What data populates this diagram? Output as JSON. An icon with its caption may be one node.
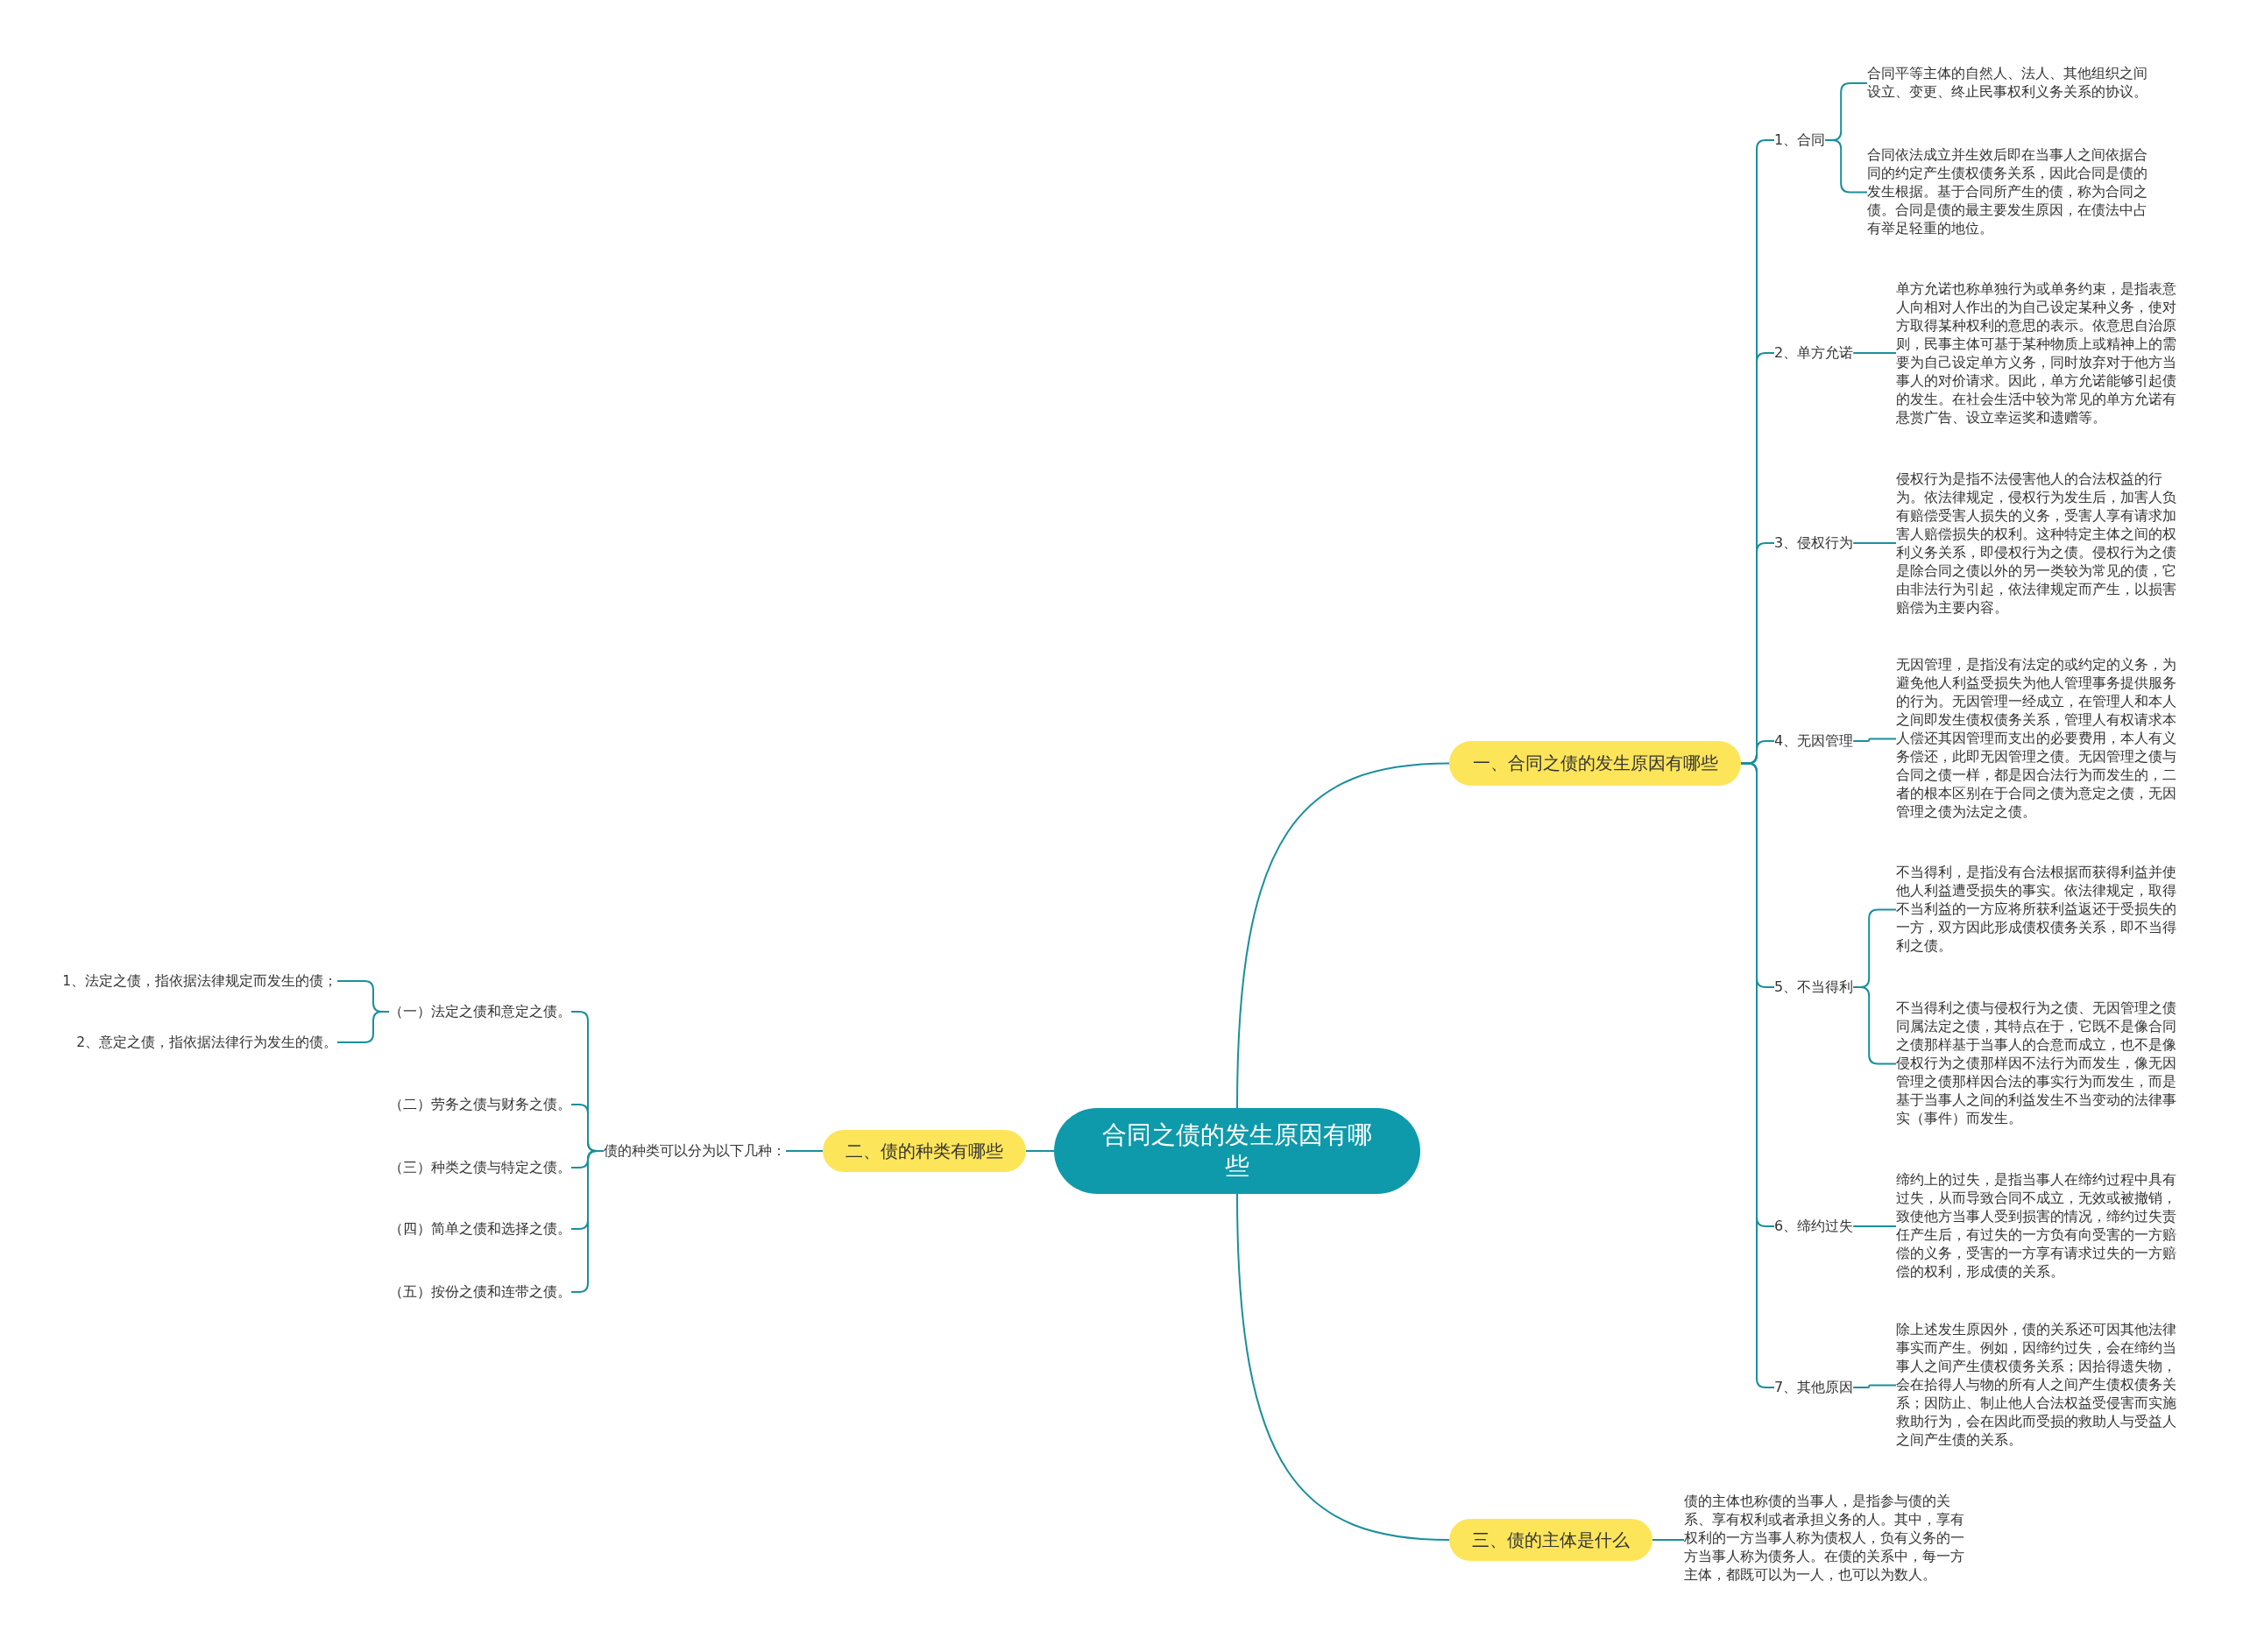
{
  "diagram": {
    "nodes": [
      {
        "text": [
          "合同之债的发生原因有哪些"
        ]
      },
      {
        "text": [
          "一、合同之债的发生原因有哪些"
        ]
      },
      {
        "text": [
          "1、合同"
        ]
      },
      {
        "text": [
          "合同平等主体的自然人、法人、其他组织之间设立、变更、终止民事权利义务关系的协议。"
        ]
      },
      {
        "text": [
          "合同依法成立并生效后即在当事人之间依据合同的约定产生债权债务关系，因此合同是债的发生根据。基于合同所产生的债，称为合同之债。合同是债的最主要发生原因，在债法中占有举足轻重的地位。"
        ]
      },
      {
        "text": [
          "2、单方允诺"
        ]
      },
      {
        "text": [
          "单方允诺也称单独行为或单务约束，是指表意人向相对人作出的为自己设定某种义务，使对方取得某种权利的意思的表示。依意思自治原则，民事主体可基于某种物质上或精神上的需要为自己设定单方义务，同时放弃对于他方当事人的对价请求。因此，单方允诺能够引起债的发生。在社会生活中较为常见的单方允诺有悬赏广告、设立幸运奖和遗赠等。"
        ]
      },
      {
        "text": [
          "3、侵权行为"
        ]
      },
      {
        "text": [
          "侵权行为是指不法侵害他人的合法权益的行为。依法律规定，侵权行为发生后，加害人负有赔偿受害人损失的义务，受害人享有请求加害人赔偿损失的权利。这种特定主体之间的权利义务关系，即侵权行为之债。侵权行为之债是除合同之债以外的另一类较为常见的债，它由非法行为引起，依法律规定而产生，以损害赔偿为主要内容。"
        ]
      },
      {
        "text": [
          "4、无因管理"
        ]
      },
      {
        "text": [
          "无因管理，是指没有法定的或约定的义务，为避免他人利益受损失为他人管理事务提供服务的行为。无因管理一经成立，在管理人和本人之间即发生债权债务关系，管理人有权请求本人偿还其因管理而支出的必要费用，本人有义务偿还，此即无因管理之债。无因管理之债与合同之债一样，都是因合法行为而发生的，二者的根本区别在于合同之债为意定之债，无因管理之债为法定之债。"
        ]
      },
      {
        "text": [
          "5、不当得利"
        ]
      },
      {
        "text": [
          "不当得利，是指没有合法根据而获得利益并使他人利益遭受损失的事实。依法律规定，取得不当利益的一方应将所获利益返还于受损失的一方，双方因此形成债权债务关系，即不当得利之债。"
        ]
      },
      {
        "text": [
          "不当得利之债与侵权行为之债、无因管理之债同属法定之债，其特点在于，它既不是像合同之债那样基于当事人的合意而成立，也不是像侵权行为之债那样因不法行为而发生，像无因管理之债那样因合法的事实行为而发生，而是基于当事人之间的利益发生不当变动的法律事实（事件）而发生。"
        ]
      },
      {
        "text": [
          "6、缔约过失"
        ]
      },
      {
        "text": [
          "缔约上的过失，是指当事人在缔约过程中具有过失，从而导致合同不成立，无效或被撤销，致使他方当事人受到损害的情况，缔约过失责任产生后，有过失的一方负有向受害的一方赔偿的义务，受害的一方享有请求过失的一方赔偿的权利，形成债的关系。"
        ]
      },
      {
        "text": [
          "7、其他原因"
        ]
      },
      {
        "text": [
          "除上述发生原因外，债的关系还可因其他法律事实而产生。例如，因缔约过失，会在缔约当事人之间产生债权债务关系；因拾得遗失物，会在拾得人与物的所有人之间产生债权债务关系；因防止、制止他人合法权益受侵害而实施救助行为，会在因此而受损的救助人与受益人之间产生债的关系。"
        ]
      },
      {
        "text": [
          "二、债的种类有哪些"
        ]
      },
      {
        "text": [
          "债的种类可以分为以下几种："
        ]
      },
      {
        "text": [
          "（一）法定之债和意定之债。"
        ]
      },
      {
        "text": [
          "1、法定之债，指依据法律规定而发生的债；"
        ]
      },
      {
        "text": [
          "2、意定之债，指依据法律行为发生的债。"
        ]
      },
      {
        "text": [
          "（二）劳务之债与财务之债。"
        ]
      },
      {
        "text": [
          "（三）种类之债与特定之债。"
        ]
      },
      {
        "text": [
          "（四）简单之债和选择之债。"
        ]
      },
      {
        "text": [
          "（五）按份之债和连带之债。"
        ]
      },
      {
        "text": [
          "三、债的主体是什么"
        ]
      },
      {
        "text": [
          "债的主体也称债的当事人，是指参与债的关系、享有权利或者承担义务的人。其中，享有权利的一方当事人称为债权人，负有义务的一方当事人称为债务人。在债的关系中，每一方主体，都既可以为一人，也可以为数人。"
        ]
      }
    ],
    "edges": [
      {
        "from": 0,
        "to": 1,
        "arrow": "none"
      },
      {
        "from": 1,
        "to": 2,
        "arrow": "none"
      },
      {
        "from": 2,
        "to": 3,
        "arrow": "none"
      },
      {
        "from": 2,
        "to": 4,
        "arrow": "none"
      },
      {
        "from": 1,
        "to": 5,
        "arrow": "none"
      },
      {
        "from": 5,
        "to": 6,
        "arrow": "none"
      },
      {
        "from": 1,
        "to": 7,
        "arrow": "none"
      },
      {
        "from": 7,
        "to": 8,
        "arrow": "none"
      },
      {
        "from": 1,
        "to": 9,
        "arrow": "none"
      },
      {
        "from": 9,
        "to": 10,
        "arrow": "none"
      },
      {
        "from": 1,
        "to": 11,
        "arrow": "none"
      },
      {
        "from": 11,
        "to": 12,
        "arrow": "none"
      },
      {
        "from": 11,
        "to": 13,
        "arrow": "none"
      },
      {
        "from": 1,
        "to": 14,
        "arrow": "none"
      },
      {
        "from": 14,
        "to": 15,
        "arrow": "none"
      },
      {
        "from": 1,
        "to": 16,
        "arrow": "none"
      },
      {
        "from": 16,
        "to": 17,
        "arrow": "none"
      },
      {
        "from": 0,
        "to": 18,
        "arrow": "none"
      },
      {
        "from": 18,
        "to": 19,
        "arrow": "none"
      },
      {
        "from": 19,
        "to": 20,
        "arrow": "none"
      },
      {
        "from": 20,
        "to": 21,
        "arrow": "none"
      },
      {
        "from": 20,
        "to": 22,
        "arrow": "none"
      },
      {
        "from": 19,
        "to": 23,
        "arrow": "none"
      },
      {
        "from": 19,
        "to": 24,
        "arrow": "none"
      },
      {
        "from": 19,
        "to": 25,
        "arrow": "none"
      },
      {
        "from": 19,
        "to": 26,
        "arrow": "none"
      },
      {
        "from": 0,
        "to": 27,
        "arrow": "none"
      },
      {
        "from": 27,
        "to": 28,
        "arrow": "none"
      }
    ]
  }
}
